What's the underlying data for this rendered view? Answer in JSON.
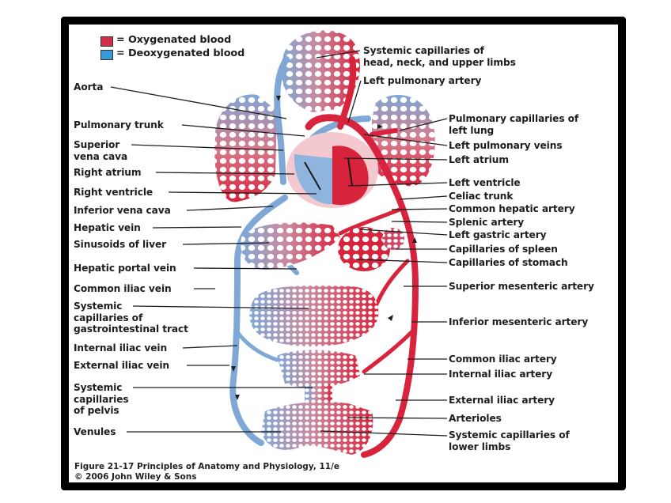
{
  "figure": {
    "caption_line1": "Figure 21-17  Principles of Anatomy and Physiology, 11/e",
    "caption_line2": "© 2006 John Wiley & Sons"
  },
  "legend": [
    {
      "label": "= Oxygenated blood",
      "color": "#d2304a"
    },
    {
      "label": "= Deoxygenated blood",
      "color": "#3a9ad8"
    }
  ],
  "colors": {
    "oxygenated": "#d8233c",
    "deoxygenated": "#7fa8d6",
    "frame": "#000000"
  },
  "labels_left": [
    {
      "text": "Aorta"
    },
    {
      "text": "Pulmonary trunk"
    },
    {
      "text": "Superior\nvena cava"
    },
    {
      "text": "Right atrium"
    },
    {
      "text": "Right ventricle"
    },
    {
      "text": "Inferior vena cava"
    },
    {
      "text": "Hepatic vein"
    },
    {
      "text": "Sinusoids of liver"
    },
    {
      "text": "Hepatic portal vein"
    },
    {
      "text": "Common  iliac vein"
    },
    {
      "text": "Systemic\ncapillaries of\ngastrointestinal tract"
    },
    {
      "text": "Internal iliac vein"
    },
    {
      "text": "External iliac vein"
    },
    {
      "text": "Systemic\ncapillaries\nof pelvis"
    },
    {
      "text": "Venules"
    }
  ],
  "labels_right": [
    {
      "text": "Systemic capillaries of\nhead, neck, and upper limbs"
    },
    {
      "text": "Left pulmonary artery"
    },
    {
      "text": "Pulmonary capillaries of\nleft lung"
    },
    {
      "text": "Left pulmonary veins"
    },
    {
      "text": "Left atrium"
    },
    {
      "text": "Left ventricle"
    },
    {
      "text": "Celiac trunk"
    },
    {
      "text": "Common hepatic artery"
    },
    {
      "text": "Splenic artery"
    },
    {
      "text": "Left gastric artery"
    },
    {
      "text": "Capillaries of spleen"
    },
    {
      "text": "Capillaries of stomach"
    },
    {
      "text": "Superior mesenteric artery"
    },
    {
      "text": "Inferior mesenteric artery"
    },
    {
      "text": "Common iliac artery"
    },
    {
      "text": "Internal iliac artery"
    },
    {
      "text": "External iliac artery"
    },
    {
      "text": "Arterioles"
    },
    {
      "text": "Systemic capillaries of\nlower limbs"
    }
  ]
}
